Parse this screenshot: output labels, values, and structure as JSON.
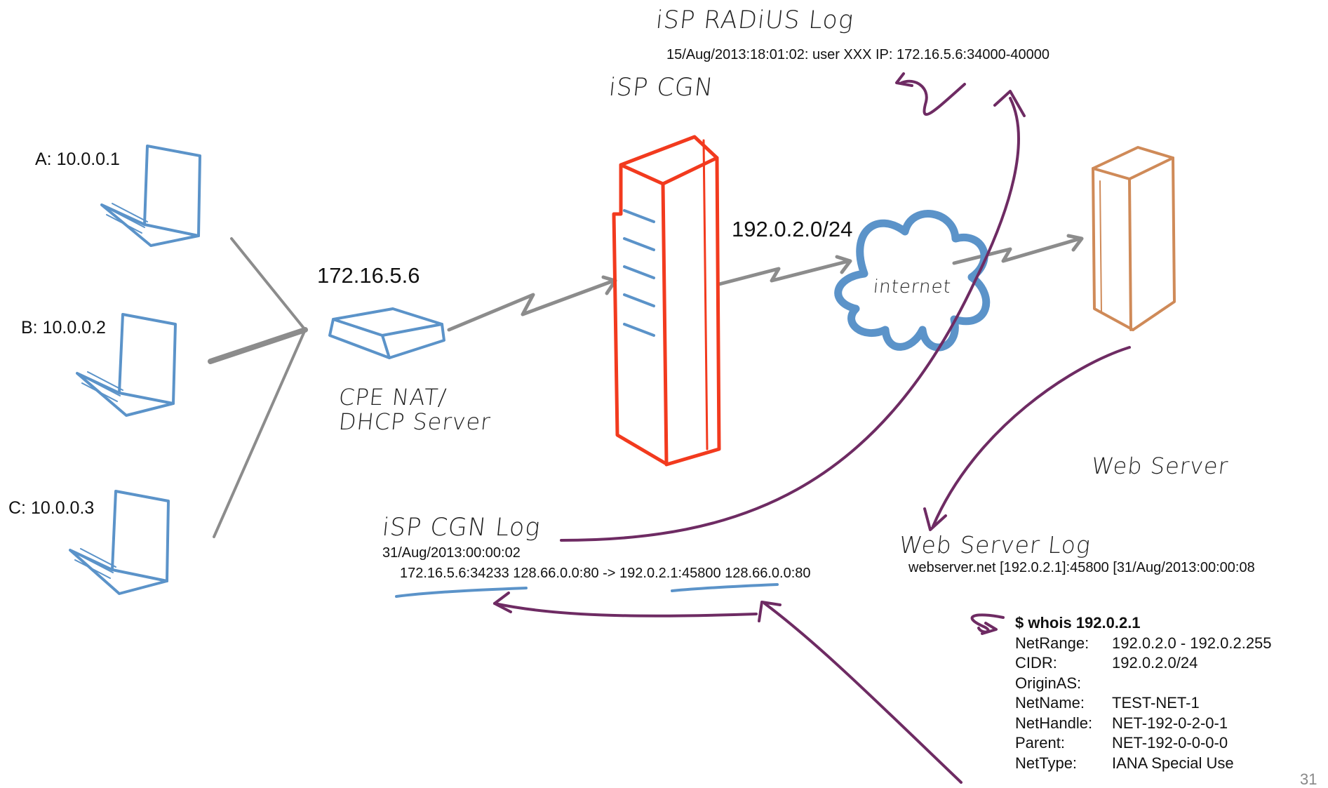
{
  "titles": {
    "radius_log": "iSP RADiUS Log",
    "isp_cgn": "iSP CGN",
    "cpe_nat_line1": "CPE NAT/",
    "cpe_nat_line2": "DHCP Server",
    "internet": "internet",
    "web_server": "Web Server",
    "isp_cgn_log": "iSP CGN Log",
    "web_server_log": "Web Server Log"
  },
  "hosts": [
    {
      "label": "A: 10.0.0.1"
    },
    {
      "label": "B: 10.0.0.2"
    },
    {
      "label": "C: 10.0.0.3"
    }
  ],
  "cpe_ip": "172.16.5.6",
  "cgn_public_range": "192.0.2.0/24",
  "radius_log_line": "15/Aug/2013:18:01:02: user XXX IP: 172.16.5.6:34000-40000",
  "cgn_log": {
    "timestamp": "31/Aug/2013:00:00:02",
    "entry": "172.16.5.6:34233 128.66.0.0:80 -> 192.0.2.1:45800 128.66.0.0:80"
  },
  "web_log_line": "webserver.net [192.0.2.1]:45800 [31/Aug/2013:00:00:08",
  "whois": {
    "command": "$ whois 192.0.2.1",
    "rows": [
      {
        "key": "NetRange:",
        "value": "192.0.2.0 - 192.0.2.255"
      },
      {
        "key": "CIDR:",
        "value": "192.0.2.0/24"
      },
      {
        "key": "OriginAS:",
        "value": ""
      },
      {
        "key": "NetName:",
        "value": "TEST-NET-1"
      },
      {
        "key": "NetHandle:",
        "value": "NET-192-0-2-0-1"
      },
      {
        "key": "Parent:",
        "value": "NET-192-0-0-0-0"
      },
      {
        "key": "NetType:",
        "value": "IANA Special Use"
      }
    ]
  },
  "slide_number": "31",
  "colors": {
    "laptop_blue": "#5b93c9",
    "cgn_red": "#f23a1e",
    "server_orange": "#cf8a58",
    "cloud_blue": "#5b93c9",
    "link_gray": "#8c8c8c",
    "arrow_purple": "#6e2b63"
  }
}
